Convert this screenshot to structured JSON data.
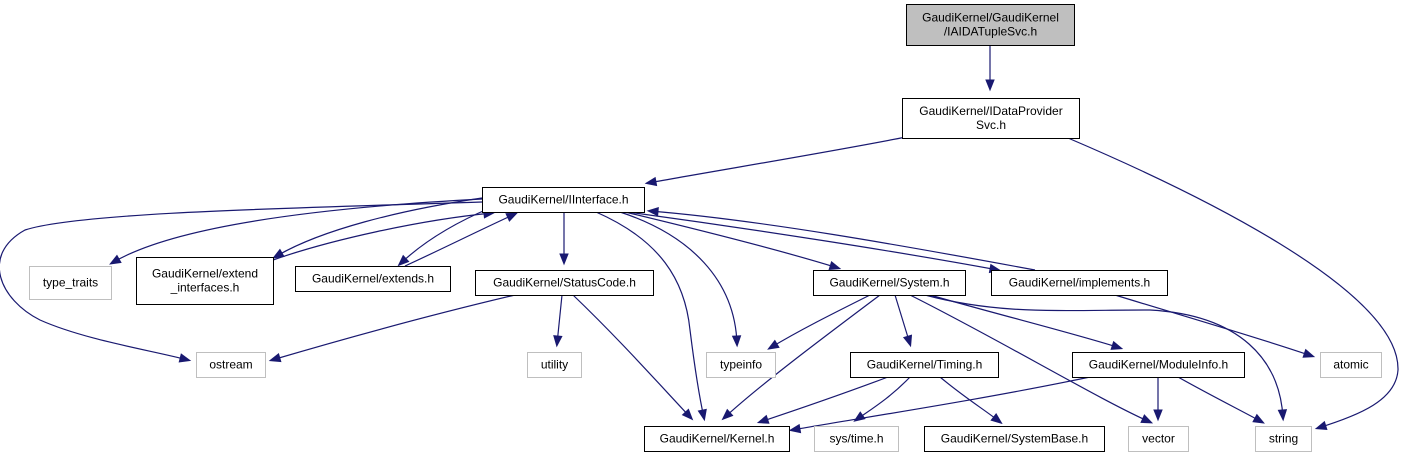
{
  "diagram": {
    "type": "include-dependency-graph",
    "colors": {
      "edge": "#191970",
      "root_fill": "#bfbfbf",
      "documented_border": "#000000",
      "external_border": "#bfbfbf",
      "node_fill": "#ffffff"
    },
    "nodes": [
      {
        "id": "root",
        "lines": [
          "GaudiKernel/GaudiKernel",
          "/IAIDATupleSvc.h"
        ],
        "kind": "root"
      },
      {
        "id": "idataprovider",
        "lines": [
          "GaudiKernel/IDataProvider",
          "Svc.h"
        ],
        "kind": "documented"
      },
      {
        "id": "iinterface",
        "lines": [
          "GaudiKernel/IInterface.h"
        ],
        "kind": "documented"
      },
      {
        "id": "type_traits",
        "lines": [
          "type_traits"
        ],
        "kind": "external"
      },
      {
        "id": "extend_interfaces",
        "lines": [
          "GaudiKernel/extend",
          "_interfaces.h"
        ],
        "kind": "documented"
      },
      {
        "id": "extends",
        "lines": [
          "GaudiKernel/extends.h"
        ],
        "kind": "documented"
      },
      {
        "id": "statuscode",
        "lines": [
          "GaudiKernel/StatusCode.h"
        ],
        "kind": "documented"
      },
      {
        "id": "system",
        "lines": [
          "GaudiKernel/System.h"
        ],
        "kind": "documented"
      },
      {
        "id": "implements",
        "lines": [
          "GaudiKernel/implements.h"
        ],
        "kind": "documented"
      },
      {
        "id": "ostream",
        "lines": [
          "ostream"
        ],
        "kind": "external"
      },
      {
        "id": "utility",
        "lines": [
          "utility"
        ],
        "kind": "external"
      },
      {
        "id": "typeinfo",
        "lines": [
          "typeinfo"
        ],
        "kind": "external"
      },
      {
        "id": "timing",
        "lines": [
          "GaudiKernel/Timing.h"
        ],
        "kind": "documented"
      },
      {
        "id": "moduleinfo",
        "lines": [
          "GaudiKernel/ModuleInfo.h"
        ],
        "kind": "documented"
      },
      {
        "id": "atomic",
        "lines": [
          "atomic"
        ],
        "kind": "external"
      },
      {
        "id": "kernel",
        "lines": [
          "GaudiKernel/Kernel.h"
        ],
        "kind": "documented"
      },
      {
        "id": "systime",
        "lines": [
          "sys/time.h"
        ],
        "kind": "external"
      },
      {
        "id": "systembase",
        "lines": [
          "GaudiKernel/SystemBase.h"
        ],
        "kind": "documented"
      },
      {
        "id": "vector",
        "lines": [
          "vector"
        ],
        "kind": "external"
      },
      {
        "id": "string",
        "lines": [
          "string"
        ],
        "kind": "external"
      }
    ],
    "edges": [
      {
        "from": "root",
        "to": "idataprovider"
      },
      {
        "from": "idataprovider",
        "to": "iinterface"
      },
      {
        "from": "idataprovider",
        "to": "string"
      },
      {
        "from": "iinterface",
        "to": "ostream"
      },
      {
        "from": "iinterface",
        "to": "type_traits"
      },
      {
        "from": "iinterface",
        "to": "extend_interfaces"
      },
      {
        "from": "extend_interfaces",
        "to": "iinterface"
      },
      {
        "from": "iinterface",
        "to": "extends"
      },
      {
        "from": "extends",
        "to": "iinterface"
      },
      {
        "from": "iinterface",
        "to": "statuscode"
      },
      {
        "from": "iinterface",
        "to": "kernel"
      },
      {
        "from": "iinterface",
        "to": "typeinfo"
      },
      {
        "from": "iinterface",
        "to": "system"
      },
      {
        "from": "iinterface",
        "to": "implements"
      },
      {
        "from": "implements",
        "to": "iinterface"
      },
      {
        "from": "statuscode",
        "to": "ostream"
      },
      {
        "from": "statuscode",
        "to": "utility"
      },
      {
        "from": "statuscode",
        "to": "kernel"
      },
      {
        "from": "system",
        "to": "typeinfo"
      },
      {
        "from": "system",
        "to": "kernel"
      },
      {
        "from": "system",
        "to": "timing"
      },
      {
        "from": "system",
        "to": "vector"
      },
      {
        "from": "system",
        "to": "moduleinfo"
      },
      {
        "from": "system",
        "to": "string"
      },
      {
        "from": "implements",
        "to": "atomic"
      },
      {
        "from": "timing",
        "to": "kernel"
      },
      {
        "from": "timing",
        "to": "systime"
      },
      {
        "from": "timing",
        "to": "systembase"
      },
      {
        "from": "moduleinfo",
        "to": "kernel"
      },
      {
        "from": "moduleinfo",
        "to": "vector"
      },
      {
        "from": "moduleinfo",
        "to": "string"
      }
    ]
  }
}
